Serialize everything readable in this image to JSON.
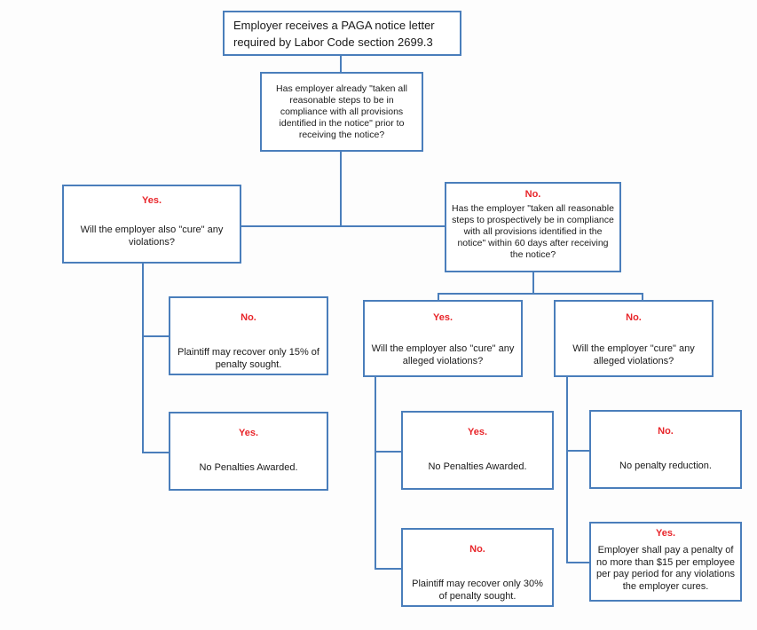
{
  "diagram": {
    "title_box": {
      "text": "Employer receives a PAGA notice letter required by Labor Code section 2699.3"
    },
    "nodes": [
      {
        "id": "q1",
        "header": "",
        "body": "Has employer already \"taken all reasonable steps to be in compliance with all provisions identified in the notice\" prior to receiving the notice?"
      },
      {
        "id": "yes1",
        "header": "Yes.",
        "body": "Will the employer also \"cure\" any violations?"
      },
      {
        "id": "no1",
        "header": "No.",
        "body": "Has the employer \"taken all reasonable steps to prospectively be in compliance with all provisions identified in the notice\" within 60 days after receiving the notice?"
      },
      {
        "id": "yes1-no",
        "header": "No.",
        "body": "Plaintiff may recover only 15% of penalty sought."
      },
      {
        "id": "yes1-yes",
        "header": "Yes.",
        "body": "No Penalties Awarded."
      },
      {
        "id": "no1-yes",
        "header": "Yes.",
        "body": "Will the employer also \"cure\" any alleged violations?"
      },
      {
        "id": "no1-no",
        "header": "No.",
        "body": "Will the employer \"cure\" any alleged violations?"
      },
      {
        "id": "no1-yes-yes",
        "header": "Yes.",
        "body": "No Penalties Awarded."
      },
      {
        "id": "no1-yes-no",
        "header": "No.",
        "body": "Plaintiff may recover only 30% of penalty sought."
      },
      {
        "id": "no1-no-no",
        "header": "No.",
        "body": "No penalty reduction."
      },
      {
        "id": "no1-no-yes",
        "header": "Yes.",
        "body": "Employer shall pay a penalty of no more than $15 per employee per pay period for any violations the employer cures."
      }
    ],
    "colors": {
      "border": "#4a7ebb",
      "header_text": "#e8252a",
      "body_text": "#1a1a1a",
      "box_fill": "#ffffff",
      "background": "#fdfdfd"
    }
  }
}
